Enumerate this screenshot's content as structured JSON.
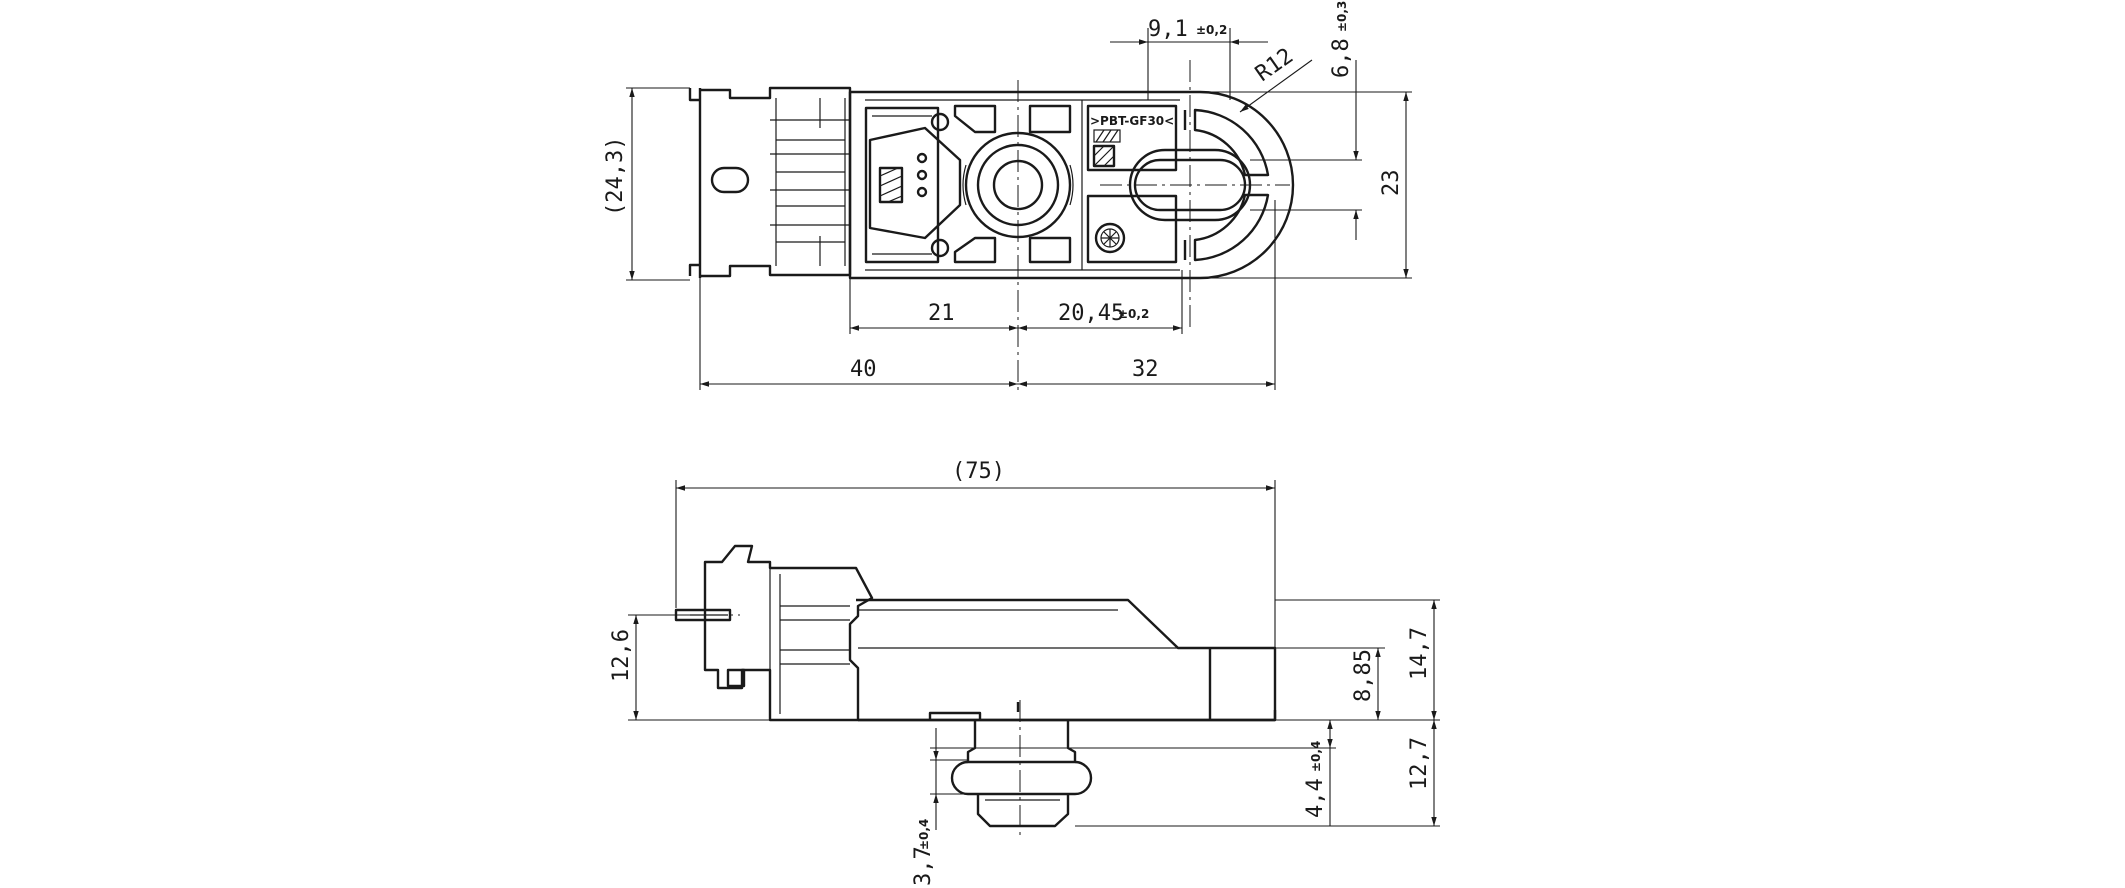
{
  "material_label": ">PBT-GF30<",
  "top_view": {
    "dims": {
      "dia_pitch": "9,1",
      "dia_pitch_tol": "±0,2",
      "radius": "R12",
      "slot_height": "6,8",
      "slot_height_tol": "±0,3",
      "body_height": "23",
      "overall_height": "(24,3)",
      "port_offset": "21",
      "port_to_slot": "20,45",
      "port_to_slot_tol": "±0,2",
      "left_length": "40",
      "right_length": "32"
    }
  },
  "side_view": {
    "dims": {
      "overall_length": "(75)",
      "connector_height": "12,6",
      "flange_height": "8,85",
      "body_height": "14,7",
      "port_length": "12,7",
      "oring_offset": "4,4",
      "oring_offset_tol": "±0,4",
      "oring_width": "3,7",
      "oring_width_tol": "±0,4"
    }
  }
}
